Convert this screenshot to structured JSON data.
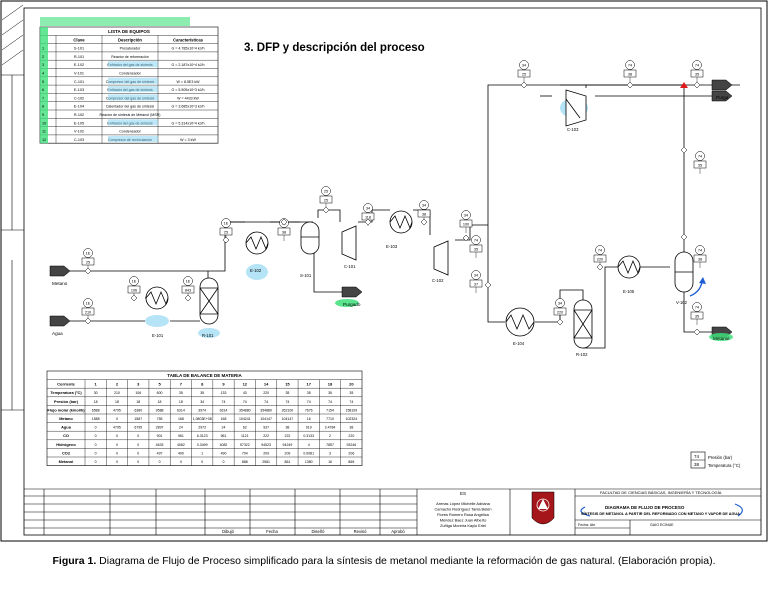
{
  "title": "3. DFP y descripción del proceso",
  "caption": {
    "label": "Figura 1.",
    "text": "Diagrama de Flujo de Proceso simplificado para la síntesis de metanol mediante la reformación de gas natural. (Elaboración propia)."
  },
  "equipment_list": {
    "title": "LISTA DE EQUIPOS",
    "headers": [
      "Clave",
      "Descripción",
      "Características"
    ],
    "rows": [
      [
        "S-101",
        "Presaturador",
        "G = 4.785x10^4 kJ/h"
      ],
      [
        "R-101",
        "Reactor de reformación",
        ""
      ],
      [
        "E-102",
        "Enfriador del gas de síntesis",
        "G = 2.187x10^4 kJ/h"
      ],
      [
        "V-101",
        "Condensador",
        ""
      ],
      [
        "C-101",
        "Compresor del gas de síntesis",
        "W = 8.5E3 kW"
      ],
      [
        "E-103",
        "Enfriador del gas de síntesis",
        "G = 5.505x10^3 kJ/h"
      ],
      [
        "C-102",
        "Compresor del gas de síntesis",
        "W = 4433 kW"
      ],
      [
        "E-104",
        "Calentador del gas de síntesis",
        "G = 3.685x10^3 kJ/h"
      ],
      [
        "R-102",
        "Reactor de síntesis de Metanol (MSR)",
        ""
      ],
      [
        "E-105",
        "Enfriador del gas de síntesis",
        "G = 5.314x10^4 kJ/h"
      ],
      [
        "V-102",
        "Condensador",
        ""
      ],
      [
        "C-103",
        "Compresor de recirculación",
        "W = 3 kW"
      ]
    ]
  },
  "streams": {
    "methane_label": "Metano",
    "water_label": "Agua",
    "purge_label": "Purga",
    "water_out_label": "Purgado",
    "methanol_label": "Metanol"
  },
  "equipment_tags": [
    "E-101",
    "R-101",
    "E-102",
    "S-101",
    "C-101",
    "E-103",
    "C-102",
    "E-104",
    "R-102",
    "E-105",
    "V-102",
    "C-103"
  ],
  "pressure_tags": [
    {
      "top": "1E",
      "bot": "25"
    },
    {
      "top": "1E",
      "bot": "210"
    },
    {
      "top": "1E",
      "bot": "106"
    },
    {
      "top": "1E",
      "bot": "843"
    },
    {
      "top": "1E",
      "bot": "25"
    },
    {
      "top": "1E",
      "bot": "38"
    },
    {
      "top": "25",
      "bot": "25"
    },
    {
      "top": "34",
      "bot": "118"
    },
    {
      "top": "34",
      "bot": "38"
    },
    {
      "top": "34",
      "bot": "100"
    },
    {
      "top": "34",
      "bot": "37"
    },
    {
      "top": "34",
      "bot": "220"
    },
    {
      "top": "74",
      "bot": "220"
    },
    {
      "top": "74",
      "bot": "38"
    },
    {
      "top": "74",
      "bot": "35"
    },
    {
      "top": "74",
      "bot": "35"
    },
    {
      "top": "34",
      "bot": "25"
    },
    {
      "top": "74",
      "bot": "38"
    },
    {
      "top": "74",
      "bot": "35"
    },
    {
      "top": "74",
      "bot": "35"
    }
  ],
  "mass_balance": {
    "title": "TABLA DE BALANCE DE MATERIA",
    "headers": [
      "Corriente",
      "1",
      "2",
      "3",
      "5",
      "7",
      "8",
      "9",
      "12",
      "14",
      "15",
      "17",
      "18",
      "20"
    ],
    "rows": [
      [
        "Temperatura (°C)",
        "30",
        "210",
        "106",
        "600",
        "35",
        "35",
        "133",
        "43",
        "220",
        "35",
        "35",
        "35",
        "35"
      ],
      [
        "Presión (bar)",
        "18",
        "18",
        "18",
        "18",
        "18",
        "34",
        "74",
        "74",
        "74",
        "74",
        "74",
        "74",
        "74"
      ],
      [
        "Flujo molar (kmol/h)",
        "6588",
        "4795",
        "6380",
        "9588",
        "6314",
        "3974",
        "6314",
        "354880",
        "354880",
        "262100",
        "7676",
        "7154",
        "158109"
      ],
      [
        "Metano",
        "1588",
        "0",
        "1587",
        "755",
        "168",
        "1.0803E+08",
        "168",
        "104241",
        "104147",
        "104147",
        "16",
        "7710",
        "102324"
      ],
      [
        "Agua",
        "0",
        "4795",
        "6795",
        "2897",
        "24",
        "2972",
        "24",
        "62",
        "937",
        "38",
        "919",
        "3.4784",
        "38"
      ],
      [
        "CO",
        "0",
        "0",
        "0",
        "901",
        "961",
        "6.3123",
        "961",
        "1121",
        "222",
        "222",
        "0.3133",
        "2",
        "220"
      ],
      [
        "Hidrógeno",
        "0",
        "0",
        "0",
        "4633",
        "4082",
        "0.3499",
        "4082",
        "57322",
        "94523",
        "94249",
        "4",
        "7857",
        "93246"
      ],
      [
        "CO2",
        "0",
        "0",
        "0",
        "497",
        "490",
        "1",
        "490",
        "704",
        "209",
        "209",
        "0.0081",
        "3",
        "206"
      ],
      [
        "Metanol",
        "0",
        "0",
        "0",
        "0",
        "0",
        "0",
        "0",
        "888",
        "2581",
        "861",
        "1380",
        "16",
        "865"
      ]
    ]
  },
  "legend": {
    "pressure": "Presión (bar)",
    "temperature": "Temperatura (°C)",
    "sample_top": "74",
    "sample_bot": "38"
  },
  "title_block": {
    "school_code": "ES",
    "authors": [
      "Arenas López Michelle Adriana",
      "Camacho Rodríguez Tania Belén",
      "Flores Romero Rosa Angélica",
      "Méndez Baez Juan Alberto",
      "Zuñiga Moreira Kaylu Eriel"
    ],
    "faculty": "FACULTAD DE CIENCIAS BÁSICAS, INGENIERÍA Y TECNOLOGÍA",
    "project": "DIAGRAMA DE FLUJO DE PROCESO",
    "subtitle": "SÍNTESIS DE METANOL A PARTIR DEL REFORMADO CON METANO Y VAPOR DE AGUA",
    "footer_left": "Fecha: Abr",
    "footer_right": "GAIO ECINUE",
    "rev_headers": [
      "Dibujó",
      "Fecha",
      "Diseñó",
      "Revisó",
      "Aprobó"
    ]
  },
  "colors": {
    "highlight_green": "#3ee07a",
    "highlight_blue": "#6ec9ef",
    "arrow_blue": "#1f5fd6",
    "arrow_red": "#e0191b",
    "logo_red": "#a4161a"
  }
}
